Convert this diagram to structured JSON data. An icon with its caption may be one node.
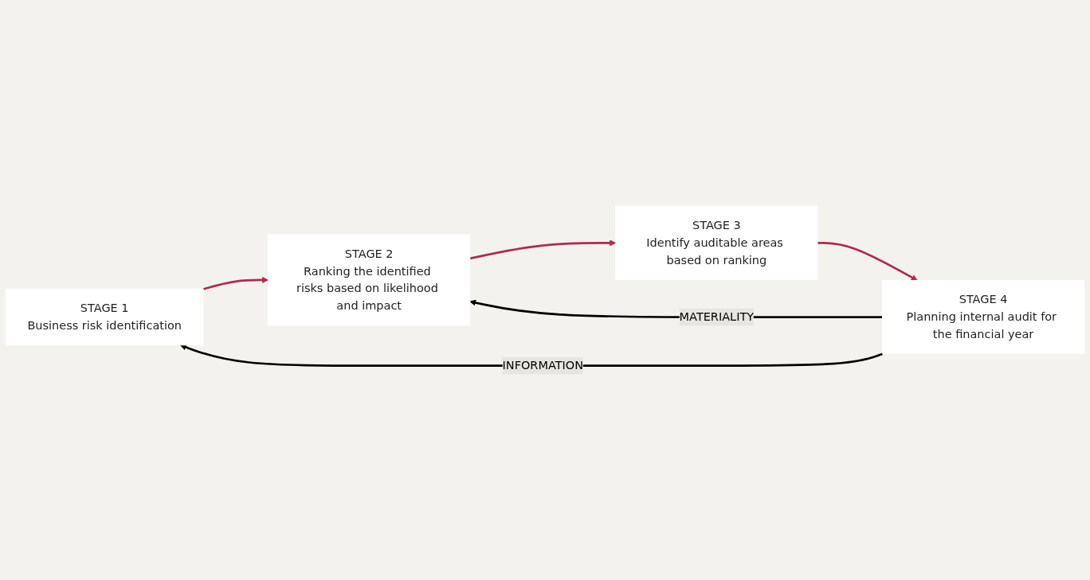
{
  "diagram": {
    "nodes": [
      {
        "text": [
          "STAGE 1",
          "Business risk identification"
        ]
      },
      {
        "text": [
          "STAGE 2",
          "Ranking the identified risks based on likelihood and impact"
        ]
      },
      {
        "text": [
          "STAGE 3",
          "Identify auditable areas based on ranking"
        ]
      },
      {
        "text": [
          "STAGE 4",
          "Planning internal audit for the financial year"
        ]
      }
    ],
    "edges": [
      {
        "from": 0,
        "to": 1,
        "arrow": "to"
      },
      {
        "from": 1,
        "to": 2,
        "arrow": "to"
      },
      {
        "from": 2,
        "to": 3,
        "arrow": "to"
      },
      {
        "from": 3,
        "to": 0,
        "arrow": "to",
        "label": "INFORMATION",
        "color": "#000000"
      },
      {
        "from": 3,
        "to": 1,
        "arrow": "to",
        "label": "MATERIALITY",
        "color": "#000000"
      }
    ]
  }
}
